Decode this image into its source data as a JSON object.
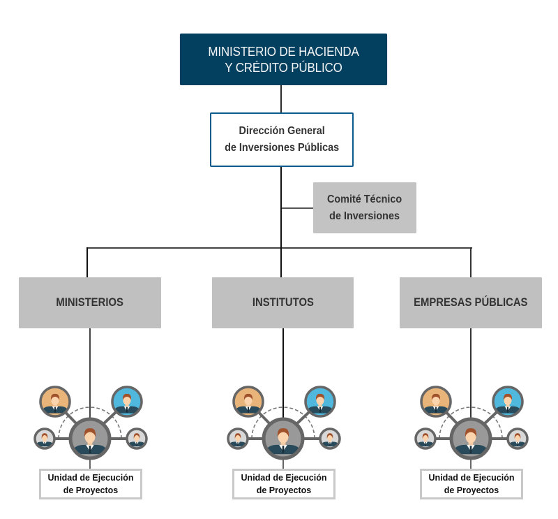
{
  "diagram": {
    "root": {
      "line1": "MINISTERIO DE HACIENDA",
      "line2": "Y CRÉDITO PÚBLICO"
    },
    "direction": {
      "line1": "Dirección General",
      "line2": "de Inversiones Públicas"
    },
    "committee": {
      "line1": "Comité Técnico",
      "line2": "de Inversiones"
    },
    "categories": [
      {
        "label": "MINISTERIOS",
        "unit": {
          "line1": "Unidad de Ejecución",
          "line2": "de Proyectos"
        }
      },
      {
        "label": "INSTITUTOS",
        "unit": {
          "line1": "Unidad de Ejecución",
          "line2": "de Proyectos"
        }
      },
      {
        "label": "EMPRESAS PÚBLICAS",
        "unit": {
          "line1": "Unidad de Ejecución",
          "line2": "de Proyectos"
        }
      }
    ],
    "team_icons": [
      "person-orange-icon",
      "person-blue-icon",
      "person-small-left-icon",
      "person-small-right-icon",
      "person-center-icon"
    ],
    "colors": {
      "root_fill": "#033f5e",
      "direction_border": "#0d5b8c",
      "gray_box": "#c0c0c0",
      "connector": "#2b2b2b",
      "avatar_orange": "#e8b47a",
      "avatar_blue": "#4fb8dc",
      "avatar_gray": "#d8d8d8",
      "avatar_center": "#999999",
      "ring": "#666666"
    }
  }
}
